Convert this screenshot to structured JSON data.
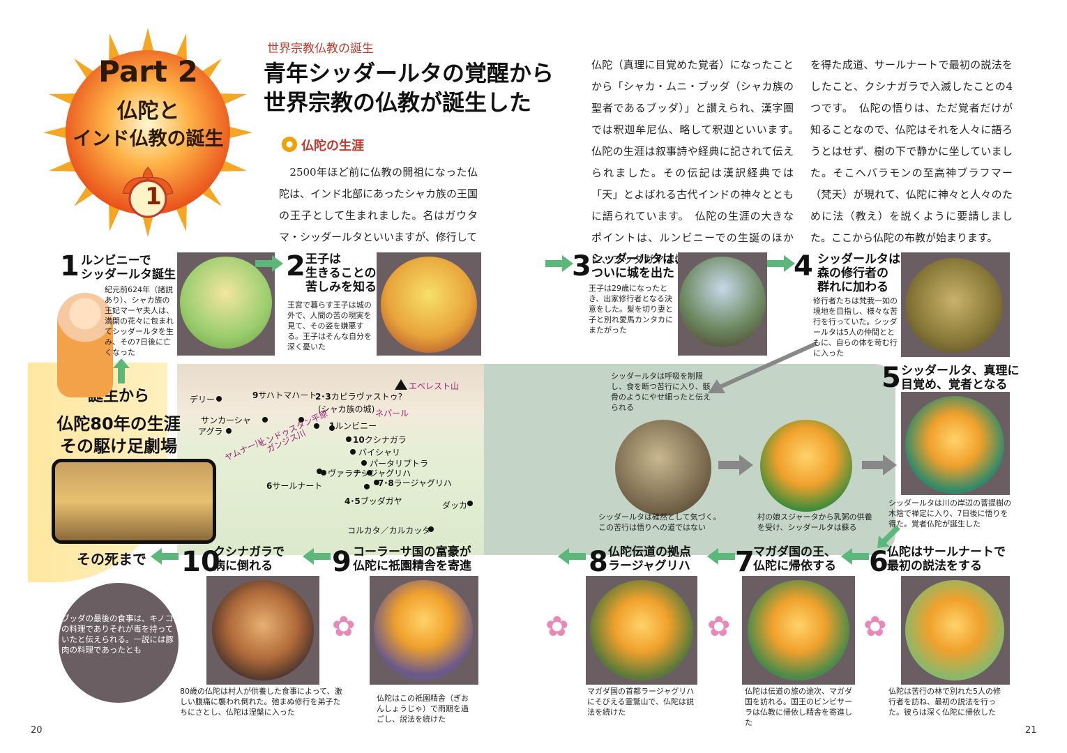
{
  "part": {
    "title": "Part 2",
    "subtitle_line1": "仏陀と",
    "subtitle_line2": "インド仏教の誕生",
    "number": "1"
  },
  "header": {
    "kicker": "世界宗教仏教の誕生",
    "headline_line1": "青年シッダールタの覚醒から",
    "headline_line2": "世界宗教の仏教が誕生した"
  },
  "section": {
    "title": "仏陀の生涯"
  },
  "body": {
    "col1": "　2500年ほど前に仏教の開祖になった仏陀は、インド北部にあったシャカ族の王国の王子として生まれました。名はガウタマ・シッダールタといいますが、修行して",
    "col2": "仏陀（真理に目覚めた覚者）になったことから「シャカ・ムニ・ブッダ（シャカ族の聖者であるブッダ）」と讃えられ、漢字圏では釈迦牟尼仏、略して釈迦といいます。　仏陀の生涯は叙事詩や経典に記されて伝えられました。その伝記は漢訳経典では「天」とよばれる古代インドの神々とともに語られています。　仏陀の生涯の大きなポイントは、ルンビニーでの生誕のほかに、ブッダガヤで悟り",
    "col3": "を得た成道、サールナートで最初の説法をしたこと、クシナガラで入滅したことの4つです。　仏陀の悟りは、ただ覚者だけが知ることなので、仏陀はそれを人々に語ろうとはせず、樹の下で静かに坐していました。そこへバラモンの至高神ブラフマー（梵天）が現れて、仏陀に神々と人々のために法（教え）を説くように要請しました。ここから仏陀の布教が始まります。"
  },
  "band": {
    "line1": "誕生から",
    "line2": "仏陀80年の生涯",
    "line3": "その駆け足劇場",
    "end": "その死まで"
  },
  "steps": [
    {
      "num": "1",
      "title1": "ルンビニーで",
      "title2": "シッダールタ誕生",
      "desc": "紀元前624年（諸説あり）、シャカ族の王妃マーヤ夫人は、満開の花々に包まれてシッダールタを生み、その7日後に亡くなった"
    },
    {
      "num": "2",
      "title1": "王子は",
      "title2": "生きることの",
      "title3": "苦しみを知る",
      "desc": "王宮で暮らす王子は城の外で、人間の苦の現実を見て、その姿を嫌悪する。王子はそんな自分を深く憂いた"
    },
    {
      "num": "3",
      "title1": "シッダールタは、",
      "title2": "ついに城を出た",
      "desc": "王子は29歳になったとき、出家修行者となる決意をした。髪を切り妻と子と別れ愛馬カンタカにまたがった"
    },
    {
      "num": "4",
      "title1": "シッダールタは",
      "title2": "森の修行者の",
      "title3": "群れに加わる",
      "desc": "修行者たちは梵我一如の境地を目指し、様々な苦行を行っていた。シッダールタは5人の仲間とともに、自らの体を苛む行に入った"
    },
    {
      "num": "5",
      "title1": "シッダールタ、真理に",
      "title2": "目覚め、覚者となる",
      "desc": "シッダールタは川の岸辺の菩提樹の木陰で禅定に入り、7日後に悟りを得た。覚者仏陀が誕生した"
    },
    {
      "num": "6",
      "title1": "仏陀はサールナートで",
      "title2": "最初の説法をする",
      "desc": "仏陀は苦行の林で別れた5人の修行者を訪ね、最初の説法を行った。彼らは深く仏陀に帰依した"
    },
    {
      "num": "7",
      "title1": "マガダ国の王、",
      "title2": "仏陀に帰依する",
      "desc": "仏陀は伝道の旅の途次、マガダ国を訪れる。国王のビンビサーラは仏教に帰依し精舎を寄進した"
    },
    {
      "num": "8",
      "title1": "仏陀伝道の拠点",
      "title2": "ラージャグリハ",
      "desc": "マガダ国の首都ラージャグリハにそびえる霊鷲山で、仏陀は説法を続けた"
    },
    {
      "num": "9",
      "title1": "コーラーサ国の富豪が",
      "title2": "仏陀に祇園精舎を寄進",
      "desc": "仏陀はこの祇園精舎（ぎおんしょうじゃ）で雨期を過ごし、説法を続けた"
    },
    {
      "num": "10",
      "title1": "クシナガラで",
      "title2": "病に倒れる",
      "desc": "80歳の仏陀は村人が供養した食事によって、激しい腹痛に襲われ倒れた。弛まぬ修行を弟子たちにさとし、仏陀は涅槃に入った"
    }
  ],
  "panel": {
    "note_top": "シッダールタは呼吸を制限し、食を断つ苦行に入り、骸骨のようにやせ細ったと伝えられる",
    "note_left": "シッダールタは確然として気づく。この苦行は悟りへの道ではない",
    "note_right": "村の娘スジャータから乳粥の供養を受け、シッダールタは蘇る"
  },
  "death_note": "ブッダの最後の食事は、キノコの料理でありそれが毒を持っていたと伝えられる。一説には豚肉の料理であったとも",
  "map": {
    "everest": "エベレスト山",
    "nepal": "ネパール",
    "delhi": "デリー",
    "sankasha": "サンカーシャ",
    "agra": "アグラ",
    "sahet": "サハトマハート",
    "sahet_num": "9",
    "kapila": "カピラヴァストゥ?",
    "kapila_num": "2･3",
    "kapila_sub": "(シャカ族の城)",
    "lumbini": "ルンビニー",
    "lumbini_num": "1",
    "kushinagar": "クシナガラ",
    "kushinagar_num": "10",
    "vaishali": "バイシャリ",
    "pataliputra": "パータリプトラ",
    "rajagriha_t": "テージャグリハ",
    "rajagriha": "ラージャグリハ",
    "rajagriha_num": "7･8",
    "varanasi": "ヴァラナシ",
    "sarnath": "サールナート",
    "sarnath_num": "6",
    "bodhgaya": "ブッダガヤ",
    "bodhgaya_num": "4･5",
    "dhaka": "ダッカ",
    "kolkata": "コルカタ／カルカッタ",
    "river1": "ヒンドゥスタン平原",
    "river2": "ガンジス川",
    "river3": "ヤムナー川"
  },
  "pages": {
    "left": "20",
    "right": "21"
  },
  "colors": {
    "accent": "#c0392b",
    "arrow_green": "#5cb87a",
    "card": "#6b5e63",
    "panel": "#c4d4c6"
  }
}
